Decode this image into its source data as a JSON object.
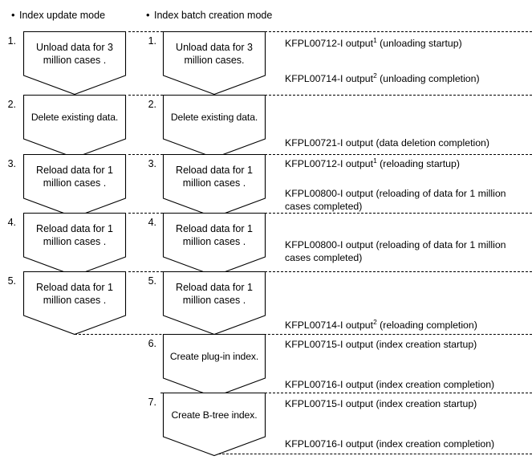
{
  "columns": {
    "col1": {
      "bullet": "•",
      "title": "Index update mode"
    },
    "col2": {
      "bullet": "•",
      "title": "Index batch creation mode"
    }
  },
  "col1_steps": [
    {
      "num": "1.",
      "text": "Unload data for 3 million cases ."
    },
    {
      "num": "2.",
      "text": "Delete existing data."
    },
    {
      "num": "3.",
      "text": "Reload data for 1 million cases ."
    },
    {
      "num": "4.",
      "text": "Reload data for 1 million cases ."
    },
    {
      "num": "5.",
      "text": "Reload data for 1 million cases ."
    }
  ],
  "col2_steps": [
    {
      "num": "1.",
      "text": "Unload data for 3 million cases."
    },
    {
      "num": "2.",
      "text": "Delete existing data."
    },
    {
      "num": "3.",
      "text": "Reload data for 1 million cases ."
    },
    {
      "num": "4.",
      "text": "Reload data for 1 million cases ."
    },
    {
      "num": "5.",
      "text": "Reload data for 1 million cases ."
    },
    {
      "num": "6.",
      "text": "Create plug-in index."
    },
    {
      "num": "7.",
      "text": "Create B-tree index."
    }
  ],
  "messages": [
    {
      "id": "KFPL00712-I",
      "pre": "KFPL00712-I output",
      "sup": "1",
      "post": " (unloading startup)"
    },
    {
      "id": "KFPL00714-I",
      "pre": "KFPL00714-I output",
      "sup": "2",
      "post": " (unloading completion)"
    },
    {
      "id": "KFPL00721-I",
      "pre": "KFPL00721-I output",
      "sup": "",
      "post": " (data deletion completion)"
    },
    {
      "id": "KFPL00712-I",
      "pre": "KFPL00712-I output",
      "sup": "1",
      "post": " (reloading startup)"
    },
    {
      "id": "KFPL00800-I",
      "pre": "KFPL00800-I output",
      "sup": "",
      "post": " (reloading of data for 1 million cases completed)"
    },
    {
      "id": "KFPL00800-I",
      "pre": "KFPL00800-I output",
      "sup": "",
      "post": " (reloading of data for 1 million cases completed)"
    },
    {
      "id": "KFPL00714-I",
      "pre": "KFPL00714-I output",
      "sup": "2",
      "post": " (reloading completion)"
    },
    {
      "id": "KFPL00715-I",
      "pre": "KFPL00715-I output",
      "sup": "",
      "post": " (index creation startup)"
    },
    {
      "id": "KFPL00716-I",
      "pre": "KFPL00716-I output",
      "sup": "",
      "post": " (index creation completion)"
    },
    {
      "id": "KFPL00715-I",
      "pre": "KFPL00715-I output",
      "sup": "",
      "post": " (index creation startup)"
    },
    {
      "id": "KFPL00716-I",
      "pre": "KFPL00716-I output",
      "sup": "",
      "post": " (index creation completion)"
    }
  ],
  "colors": {
    "stroke": "#000000",
    "background": "#ffffff"
  }
}
